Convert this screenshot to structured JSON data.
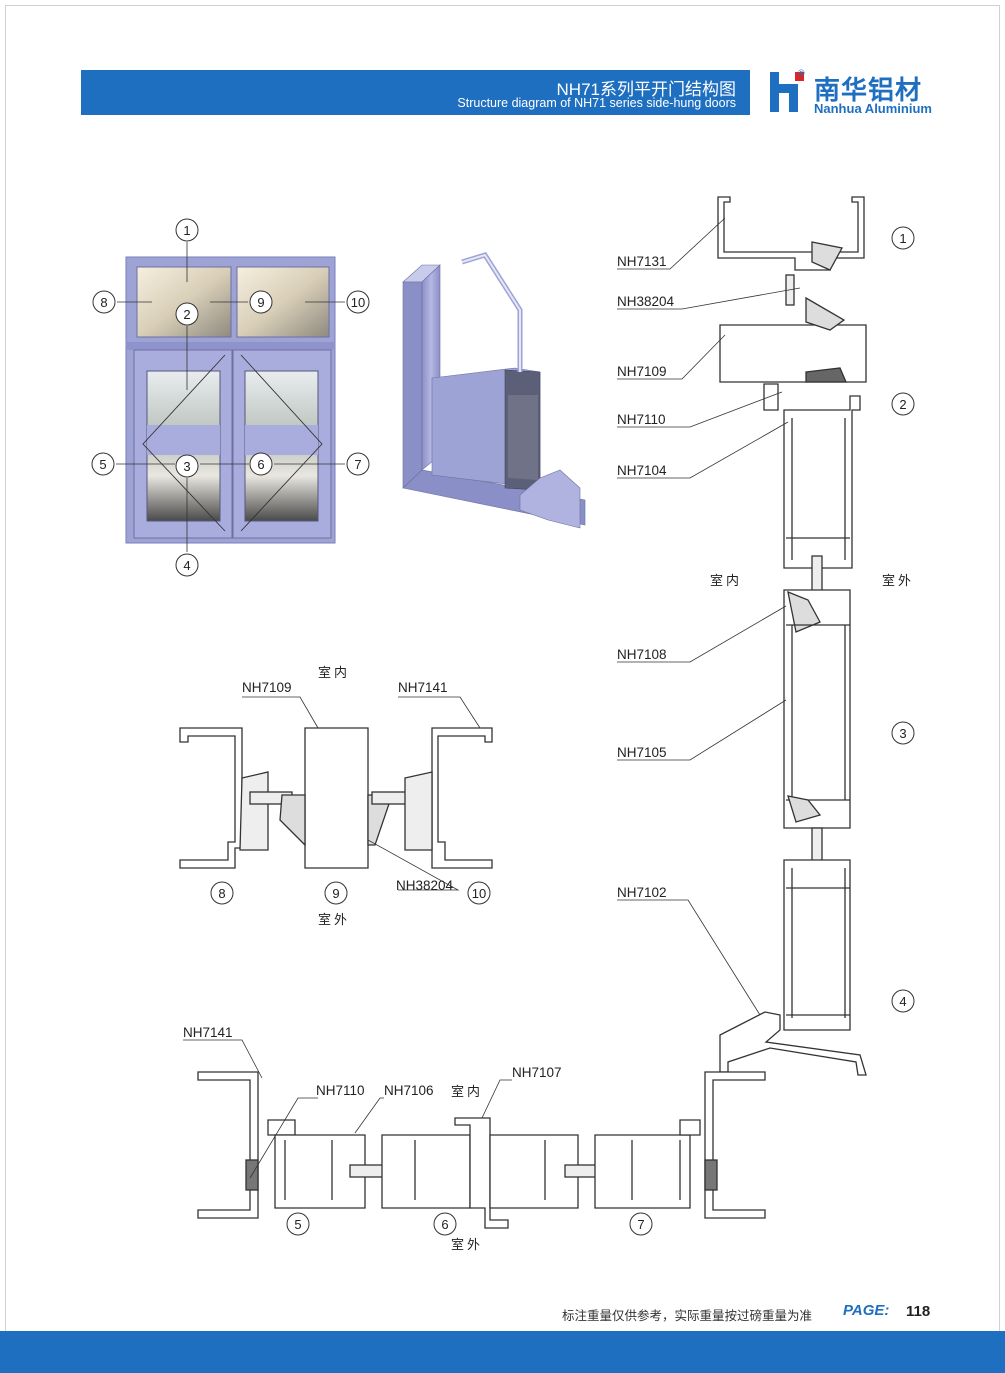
{
  "header": {
    "title": "NH71系列平开门结构图",
    "subtitle": "Structure diagram of NH71 series side-hung doors"
  },
  "logo": {
    "name_cn": "南华铝材",
    "name_en": "Nanhua Aluminium",
    "registered": "®"
  },
  "labels": {
    "indoor": "室内",
    "outdoor": "室外"
  },
  "section_numbers": [
    "1",
    "2",
    "3",
    "4",
    "5",
    "6",
    "7",
    "8",
    "9",
    "10"
  ],
  "parts": {
    "nh7131": "NH7131",
    "nh38204": "NH38204",
    "nh7109": "NH7109",
    "nh7110": "NH7110",
    "nh7104": "NH7104",
    "nh7108": "NH7108",
    "nh7105": "NH7105",
    "nh7102": "NH7102",
    "nh7141": "NH7141",
    "nh7106": "NH7106",
    "nh7107": "NH7107"
  },
  "footer": {
    "note": "标注重量仅供参考，实际重量按过磅重量为准",
    "page_label": "PAGE:",
    "page_number": "118"
  },
  "colors": {
    "brand_blue": "#1f6fc0",
    "frame_lavender": "#9ea3d6",
    "profile_stroke": "#333333"
  }
}
